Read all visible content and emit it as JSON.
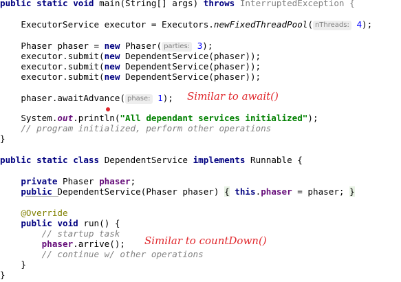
{
  "code": {
    "main_sig": {
      "p1": "public",
      "p2": "static",
      "p3": "void",
      "name": " main(String[] args) ",
      "throws": "throws",
      "exc": " InterruptedException {"
    },
    "executor": {
      "prefix": "    ExecutorService executor = Executors.",
      "method": "newFixedThreadPool",
      "open": "(",
      "hint": "nThreads:",
      "value": "4",
      "close": ");"
    },
    "phaser_decl": {
      "prefix": "    Phaser phaser = ",
      "new_kw": "new",
      "mid": " Phaser(",
      "hint": "parties:",
      "value": "3",
      "close": ");"
    },
    "submit_lines": [
      {
        "a": "    executor.submit(",
        "kw": "new",
        "b": " DependentService(phaser));"
      },
      {
        "a": "    executor.submit(",
        "kw": "new",
        "b": " DependentService(phaser));"
      },
      {
        "a": "    executor.submit(",
        "kw": "new",
        "b": " DependentService(phaser));"
      }
    ],
    "await_line": {
      "prefix": "    phaser.awaitAdvance(",
      "hint": "phase:",
      "value": "1",
      "close": ");"
    },
    "print_line": {
      "a": "    System.",
      "out": "out",
      "b": ".println(",
      "str": "\"All dependant services initialized\"",
      "c": ");"
    },
    "comment1": "    // program initialized, perform other operations",
    "close_main": "}",
    "class_sig": {
      "p1": "public",
      "p2": "static",
      "p3": "class",
      "name": " DependentService ",
      "impl": "implements",
      "rest": " Runnable {"
    },
    "field_decl": {
      "indent": "    ",
      "kw": "private",
      "type": " Phaser ",
      "name": "phaser",
      "end": ";"
    },
    "ctor": {
      "indent": "    ",
      "kw": "public",
      "sig": " DependentService(Phaser phaser) ",
      "open": "{",
      "this_kw": "this",
      "dot": ".",
      "field": "phaser",
      "assign": " = phaser; ",
      "close": "}"
    },
    "override": "    @Override",
    "run_sig": {
      "indent": "    ",
      "p1": "public",
      "p2": "void",
      "rest": " run() {"
    },
    "comment_startup": "        // startup task",
    "arrive": {
      "indent": "        ",
      "field": "phaser",
      "rest": ".arrive();"
    },
    "comment_continue": "        // continue w/ other operations",
    "close_run": "    }",
    "close_class": "}"
  },
  "annotations": {
    "await_note": "Similar to await()",
    "countdown_note": "Similar to countDown()"
  },
  "colors": {
    "keyword": "#000080",
    "string": "#008000",
    "number": "#0000ff",
    "comment": "#808080",
    "field": "#660e7a",
    "annotation": "#808000",
    "handwriting": "#e0262b"
  }
}
